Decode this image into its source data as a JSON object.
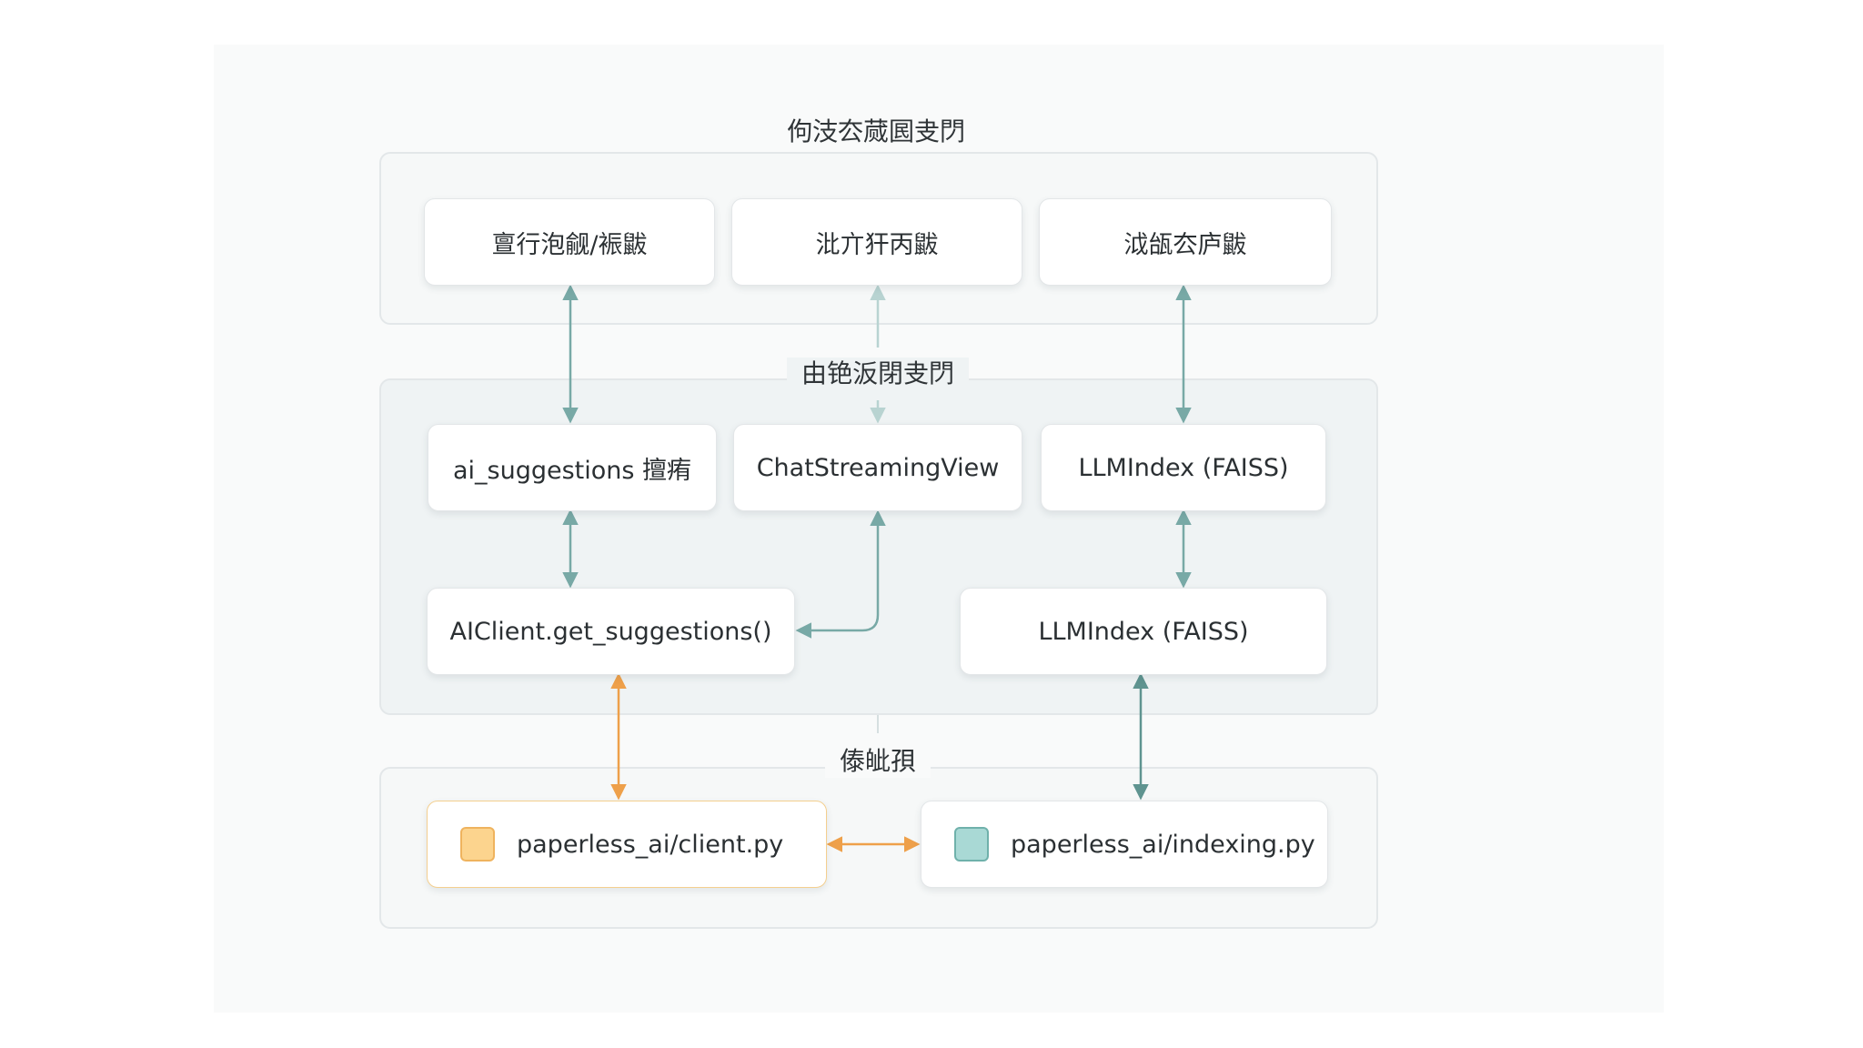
{
  "layers": {
    "top": {
      "title": "佝汥厺蒇囻叏閁"
    },
    "middle": {
      "title": "由铯汳閉叏閁"
    },
    "bottom": {
      "title": "傣皉孭"
    }
  },
  "nodes": {
    "top_1": "亶行泡觎/裖鼥",
    "top_2": "沘亣犴丙鼥",
    "top_3": "泧瓵厺庐鼥",
    "ai_suggestions": "ai_suggestions 擅痏",
    "chat_streaming_view": "ChatStreamingView",
    "llmindex_1": "LLMIndex (FAISS)",
    "aiclient": "AIClient.get_suggestions()",
    "llmindex_2": "LLMIndex (FAISS)",
    "client_file": "paperless_ai/client.py",
    "indexing_file": "paperless_ai/indexing.py"
  },
  "colors": {
    "teal_arrow": "#78a9a6",
    "teal_arrow_dark": "#5f9490",
    "orange_arrow": "#eea04a",
    "light_arrow": "#b8d3d1",
    "orange_swatch": "#fcd48e",
    "teal_swatch": "#a9d9d5"
  }
}
